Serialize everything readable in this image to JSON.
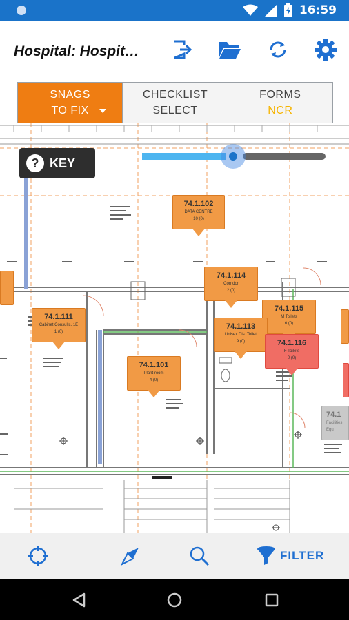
{
  "status_bar": {
    "time": "16:59",
    "icons": [
      "notification-dot-icon",
      "wifi-icon",
      "signal-icon",
      "battery-icon"
    ]
  },
  "header": {
    "title": "Hospital: Hospit…",
    "icons": [
      "exit-icon",
      "folder-icon",
      "sync-icon",
      "settings-icon"
    ]
  },
  "tabs": [
    {
      "line1": "SNAGS",
      "line2": "TO FIX",
      "active": true,
      "dropdown": true
    },
    {
      "line1": "CHECKLIST",
      "line2": "SELECT",
      "active": false
    },
    {
      "line1": "FORMS",
      "line2": "NCR",
      "active": false
    }
  ],
  "drawing": {
    "key_label": "KEY",
    "key_glyph": "?",
    "pins": [
      {
        "id": "74.1.102",
        "room": "DATA CENTRE",
        "count": "10 (0)",
        "color": "orange"
      },
      {
        "id": "74.1.114",
        "room": "Corridor",
        "count": "2 (0)",
        "color": "orange"
      },
      {
        "id": "74.1.115",
        "room": "M Toilets",
        "count": "6 (0)",
        "color": "orange"
      },
      {
        "id": "74.1.111",
        "room": "Cabinet Consultc. 1E",
        "count": "1 (0)",
        "color": "orange"
      },
      {
        "id": "74.1.113",
        "room": "Unisex Dis. Toilet",
        "count": "9 (0)",
        "color": "orange"
      },
      {
        "id": "74.1.116",
        "room": "F Toilets",
        "count": "0 (0)",
        "color": "red"
      },
      {
        "id": "74.1.101",
        "room": "Plant room",
        "count": "4 (0)",
        "color": "orange"
      },
      {
        "id": "",
        "room": "",
        "count": "",
        "color": "orange-edge-left"
      },
      {
        "id": "",
        "room": "",
        "count": "",
        "color": "orange-edge-right"
      },
      {
        "id": "",
        "room": "",
        "count": "",
        "color": "red-edge-right"
      },
      {
        "id": "74.1",
        "room": "Facilities Equ",
        "count": "",
        "color": "grey"
      }
    ]
  },
  "bottom_bar": {
    "icons": [
      "locate-icon",
      "compass-icon",
      "search-icon",
      "filter-icon"
    ],
    "filter_label": "FILTER"
  },
  "nav_bar": {
    "icons": [
      "back-icon",
      "home-icon",
      "recents-icon"
    ]
  },
  "colors": {
    "primary": "#1a73c9",
    "accent_orange": "#ef7d12",
    "ncr_yellow": "#f6b400",
    "pin_orange": "#f19a45",
    "pin_red": "#f06d64"
  }
}
